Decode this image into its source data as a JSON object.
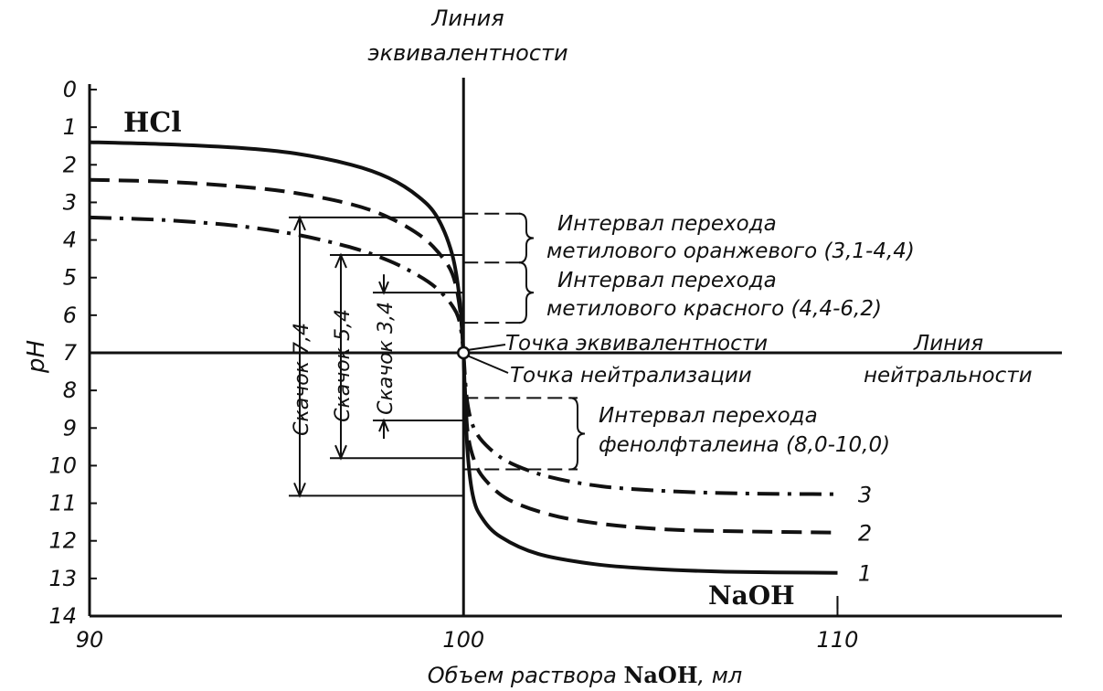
{
  "chart_data": {
    "type": "line",
    "xlabel_prefix": "Объем раствора ",
    "xlabel_bold": "NaOH",
    "xlabel_suffix": ", мл",
    "ylabel": "pH",
    "xlim": [
      90,
      116
    ],
    "ylim": [
      0,
      14
    ],
    "y_axis_inverted": true,
    "x_ticks": [
      {
        "value": 90,
        "label": "90"
      },
      {
        "value": 100,
        "label": "100"
      },
      {
        "value": 110,
        "label": "110"
      }
    ],
    "y_ticks": [
      {
        "value": 0,
        "label": "0"
      },
      {
        "value": 1,
        "label": "1"
      },
      {
        "value": 2,
        "label": "2"
      },
      {
        "value": 3,
        "label": "3"
      },
      {
        "value": 4,
        "label": "4"
      },
      {
        "value": 5,
        "label": "5"
      },
      {
        "value": 6,
        "label": "6"
      },
      {
        "value": 7,
        "label": "7"
      },
      {
        "value": 8,
        "label": "8"
      },
      {
        "value": 9,
        "label": "9"
      },
      {
        "value": 10,
        "label": "10"
      },
      {
        "value": 11,
        "label": "11"
      },
      {
        "value": 12,
        "label": "12"
      },
      {
        "value": 13,
        "label": "13"
      },
      {
        "value": 14,
        "label": "14"
      }
    ],
    "series": [
      {
        "name": "1",
        "dash": "solid",
        "left": [
          [
            90,
            1.4
          ],
          [
            92,
            1.45
          ],
          [
            94,
            1.55
          ],
          [
            95.5,
            1.7
          ],
          [
            97,
            2.0
          ],
          [
            98,
            2.35
          ],
          [
            98.8,
            2.85
          ],
          [
            99.3,
            3.4
          ],
          [
            99.7,
            4.4
          ],
          [
            99.9,
            5.6
          ],
          [
            100,
            7.0
          ]
        ],
        "right": [
          [
            100,
            7.0
          ],
          [
            100.1,
            9.5
          ],
          [
            100.25,
            10.8
          ],
          [
            100.5,
            11.4
          ],
          [
            101,
            11.9
          ],
          [
            102,
            12.35
          ],
          [
            103.5,
            12.62
          ],
          [
            105,
            12.74
          ],
          [
            107,
            12.82
          ],
          [
            110,
            12.85
          ]
        ]
      },
      {
        "name": "2",
        "dash": "dashed",
        "left": [
          [
            90,
            2.4
          ],
          [
            92,
            2.45
          ],
          [
            94,
            2.58
          ],
          [
            95.5,
            2.75
          ],
          [
            97,
            3.05
          ],
          [
            98,
            3.4
          ],
          [
            98.8,
            3.85
          ],
          [
            99.3,
            4.3
          ],
          [
            99.7,
            4.9
          ],
          [
            99.9,
            5.8
          ],
          [
            100,
            7.0
          ]
        ],
        "right": [
          [
            100,
            7.0
          ],
          [
            100.1,
            9.0
          ],
          [
            100.3,
            9.9
          ],
          [
            100.6,
            10.4
          ],
          [
            101.2,
            10.9
          ],
          [
            102.3,
            11.3
          ],
          [
            103.7,
            11.55
          ],
          [
            105.5,
            11.7
          ],
          [
            107.5,
            11.75
          ],
          [
            110,
            11.78
          ]
        ]
      },
      {
        "name": "3",
        "dash": "dashdot",
        "left": [
          [
            90,
            3.4
          ],
          [
            92,
            3.47
          ],
          [
            94,
            3.63
          ],
          [
            95.5,
            3.85
          ],
          [
            97,
            4.2
          ],
          [
            98,
            4.55
          ],
          [
            98.8,
            4.95
          ],
          [
            99.3,
            5.3
          ],
          [
            99.7,
            5.75
          ],
          [
            99.9,
            6.2
          ],
          [
            100,
            7.0
          ]
        ],
        "right": [
          [
            100,
            7.0
          ],
          [
            100.1,
            8.3
          ],
          [
            100.3,
            9.05
          ],
          [
            100.7,
            9.55
          ],
          [
            101.3,
            9.95
          ],
          [
            102.3,
            10.3
          ],
          [
            103.7,
            10.55
          ],
          [
            105.5,
            10.68
          ],
          [
            107.5,
            10.74
          ],
          [
            110,
            10.76
          ]
        ]
      }
    ],
    "series_labels": [
      {
        "text": "3",
        "x": 110.4,
        "y": 10.76
      },
      {
        "text": "2",
        "x": 110.4,
        "y": 11.78
      },
      {
        "text": "1",
        "x": 110.4,
        "y": 12.85
      }
    ],
    "reference_lines": {
      "equivalence_x": 100,
      "neutrality_y": 7
    },
    "equivalence_point": {
      "x": 100,
      "y": 7
    },
    "labels": {
      "equivalence_line": [
        "Линия",
        "эквивалентности"
      ],
      "neutrality_line": [
        "Линия",
        "нейтральности"
      ],
      "equivalence_point": "Точка эквивалентности",
      "neutralization_point": "Точка нейтрализации",
      "hcl": "HCl",
      "naoh": "NaOH"
    },
    "indicator_intervals": [
      {
        "lines": [
          "Интервал перехода",
          "метилового оранжевого (3,1-4,4)"
        ],
        "ph_from": 3.3,
        "ph_to": 4.6
      },
      {
        "lines": [
          "Интервал перехода",
          "метилового красного (4,4-6,2)"
        ],
        "ph_from": 4.6,
        "ph_to": 6.2
      },
      {
        "lines": [
          "Интервал перехода",
          "фенолфталеина (8,0-10,0)"
        ],
        "ph_from": 8.2,
        "ph_to": 10.1
      }
    ],
    "jumps": [
      {
        "label": "Скачок 7,4",
        "ph_from": 3.4,
        "ph_to": 10.8
      },
      {
        "label": "Скачок 5,4",
        "ph_from": 4.4,
        "ph_to": 9.8
      },
      {
        "label": "Скачок 3,4",
        "ph_from": 5.4,
        "ph_to": 8.8
      }
    ]
  }
}
